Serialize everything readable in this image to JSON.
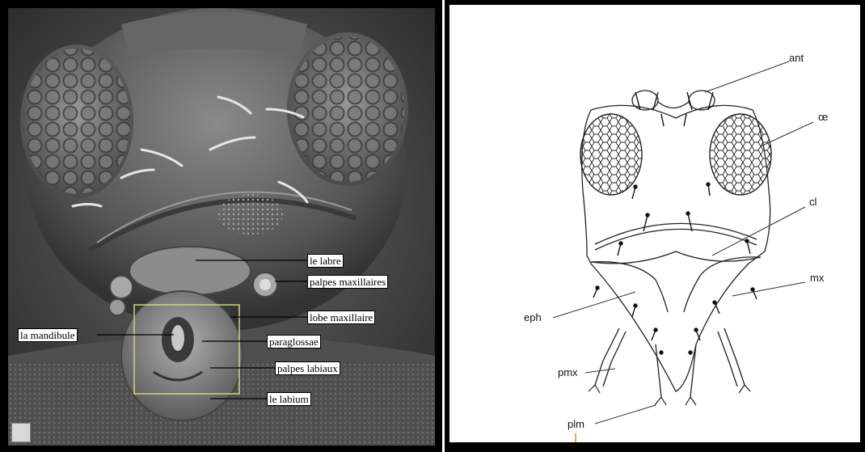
{
  "left_panel": {
    "labels": {
      "labre": "le labre",
      "palpes_maxillaires": "palpes maxillaires",
      "lobe_maxillaire": "lobe maxillaire",
      "mandibule": "la mandibule",
      "paraglossae": "paraglossae",
      "palpes_labiaux": "palpes labiaux",
      "labium": "le labium"
    }
  },
  "right_panel": {
    "labels": {
      "ant": "ant",
      "oe": "œ",
      "cl": "cl",
      "mx": "mx",
      "eph": "eph",
      "pmx": "pmx",
      "plm": "plm"
    }
  },
  "colors": {
    "panel_border": "#000000",
    "label_background": "#ffffff",
    "sem_highlight_box": "#d8d07a"
  }
}
